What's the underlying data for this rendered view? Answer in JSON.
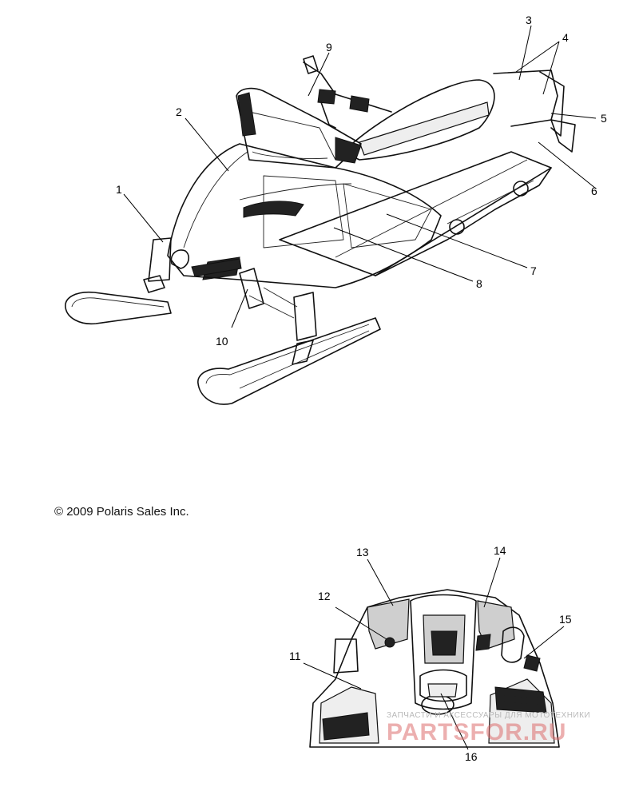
{
  "copyright": "© 2009 Polaris Sales Inc.",
  "watermark": {
    "line1": "ЗАПЧАСТИ И АКСЕССУАРЫ ДЛЯ МОТОТЕХНИКИ",
    "line2": "PARTSFOR.RU"
  },
  "callouts": {
    "c1": "1",
    "c2": "2",
    "c3": "3",
    "c4": "4",
    "c5": "5",
    "c6": "6",
    "c7": "7",
    "c8": "8",
    "c9": "9",
    "c10": "10",
    "c11": "11",
    "c12": "12",
    "c13": "13",
    "c14": "14",
    "c15": "15",
    "c16": "16"
  },
  "colors": {
    "ink": "#111111",
    "watermark": "#dc6e6e"
  }
}
